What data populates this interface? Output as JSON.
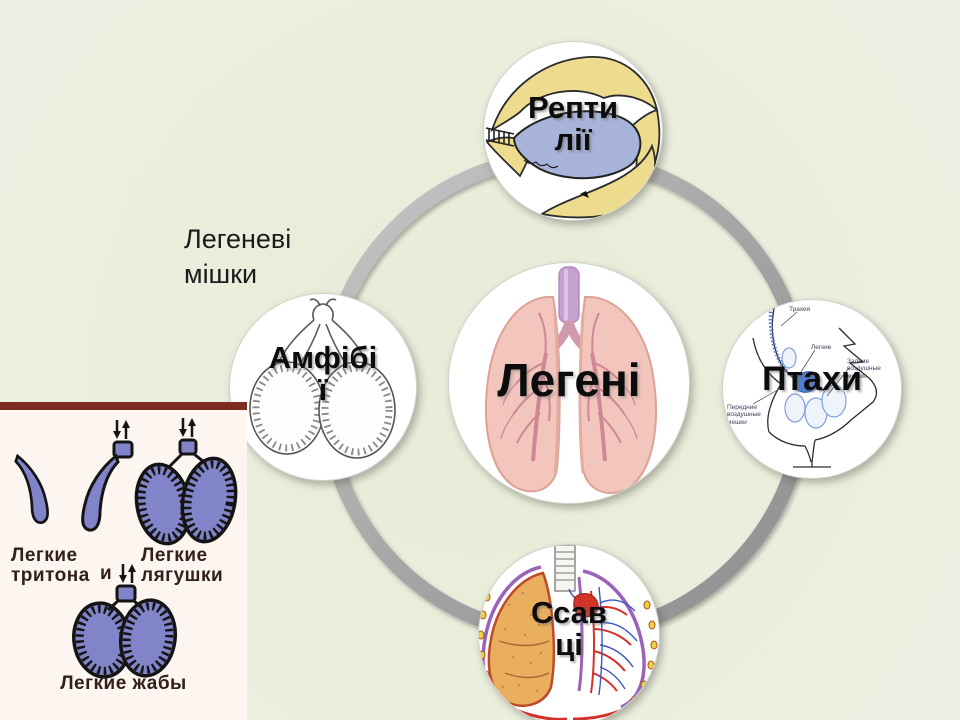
{
  "slide": {
    "side_label": "Легеневі\nмішки"
  },
  "diagram": {
    "center_label": "Легені",
    "nodes": {
      "reptiles": {
        "label": "Репти\nлії"
      },
      "amphibians": {
        "label": "Амфібі\nї"
      },
      "birds": {
        "label": "Птахи"
      },
      "mammals": {
        "label": "Ссав\nці"
      }
    },
    "ring_color": "#a8a8a8"
  },
  "bird_inset_labels": {
    "trachea": "Трахея",
    "lungs": "Легкие",
    "rear_air_sacs": "Задние\nвоздушные\nмешки",
    "front_air_sacs": "Передние\nвоздушные\nмешки"
  },
  "photo_inset": {
    "caption_newt": "Легкие\nтритона",
    "caption_conjunction": "и",
    "caption_frog": "Легкие\nлягушки",
    "caption_toad": "Легкие жабы"
  },
  "colors": {
    "background": "#eaeedd",
    "ring": "#a8a8a8",
    "photo_lung_fill": "#8184c8",
    "reptile_yellow": "#eedc8e",
    "reptile_blue": "#a8b3da",
    "mammal_orange": "#e9af5f",
    "pleura_purple": "#9a63b8",
    "lung_pink": "#f2c6bd"
  }
}
